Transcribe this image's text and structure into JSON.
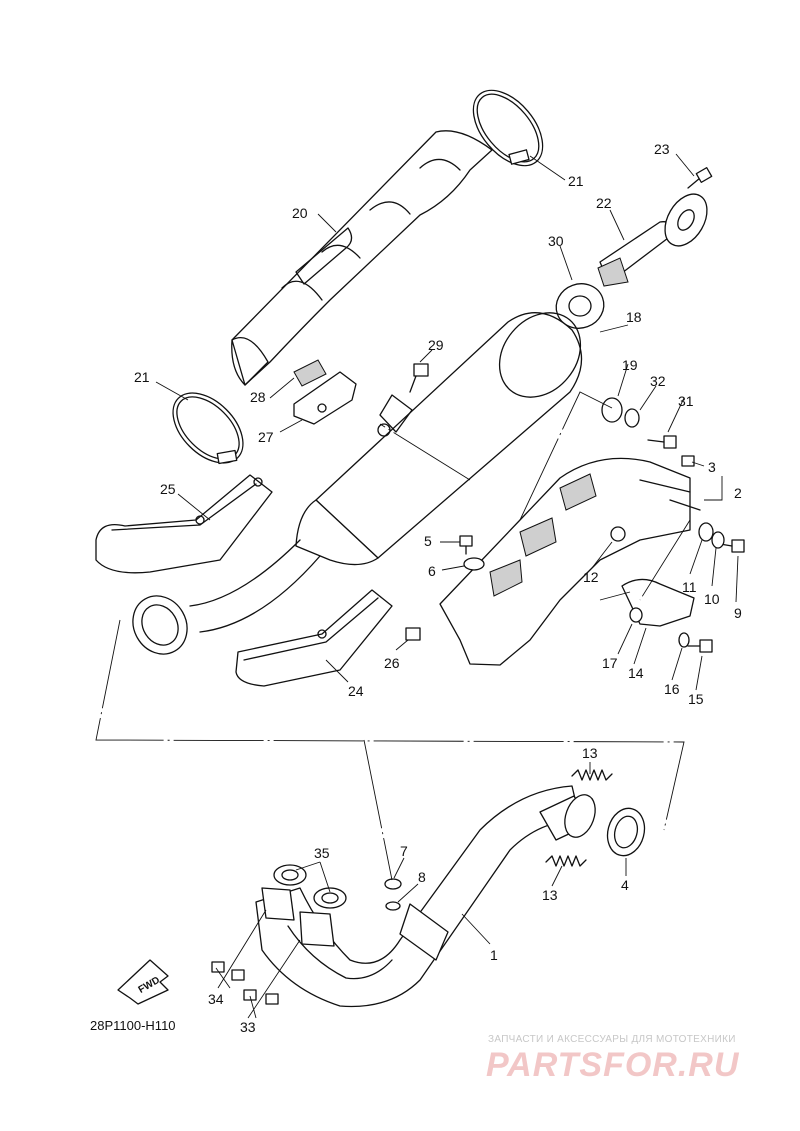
{
  "diagram": {
    "code": "28P1100-H110",
    "fwd_label": "FWD",
    "callouts": [
      "1",
      "2",
      "3",
      "4",
      "5",
      "6",
      "7",
      "8",
      "9",
      "10",
      "11",
      "12",
      "13",
      "13",
      "14",
      "15",
      "16",
      "17",
      "18",
      "19",
      "20",
      "21",
      "21",
      "22",
      "23",
      "24",
      "25",
      "26",
      "27",
      "28",
      "29",
      "30",
      "31",
      "32",
      "33",
      "34",
      "35"
    ]
  },
  "watermark": {
    "subtitle": "ЗАПЧАСТИ И АКСЕССУАРЫ ДЛЯ МОТОТЕХНИКИ",
    "brand": "PARTSFOR.RU"
  }
}
